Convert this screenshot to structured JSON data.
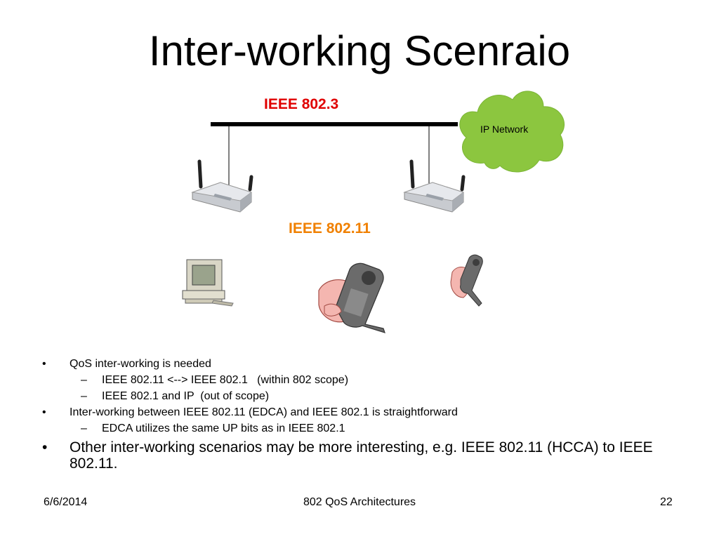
{
  "slide": {
    "title": "Inter-working Scenraio"
  },
  "diagram": {
    "ethernet_label": "IEEE 802.3",
    "wireless_label": "IEEE 802.11",
    "cloud_label": "IP Network",
    "colors": {
      "ethernet_label": "#e00000",
      "wireless_label": "#f08000",
      "cloud": "#8cc63f"
    }
  },
  "bullets": [
    {
      "level": 1,
      "text": "QoS inter-working is needed"
    },
    {
      "level": 2,
      "text": "IEEE 802.11 <--> IEEE 802.1   (within 802 scope)"
    },
    {
      "level": 2,
      "text": "IEEE 802.1 and IP  (out of scope)"
    },
    {
      "level": 1,
      "text": "Inter-working between IEEE 802.11 (EDCA) and IEEE 802.1 is straightforward"
    },
    {
      "level": 2,
      "text": "EDCA utilizes the same UP bits as in IEEE 802.1"
    },
    {
      "level": 1,
      "text": "Other inter-working scenarios may be more interesting, e.g. IEEE 802.11 (HCCA) to IEEE 802.11."
    }
  ],
  "footer": {
    "date": "6/6/2014",
    "center": "802 QoS Architectures",
    "page": "22"
  }
}
